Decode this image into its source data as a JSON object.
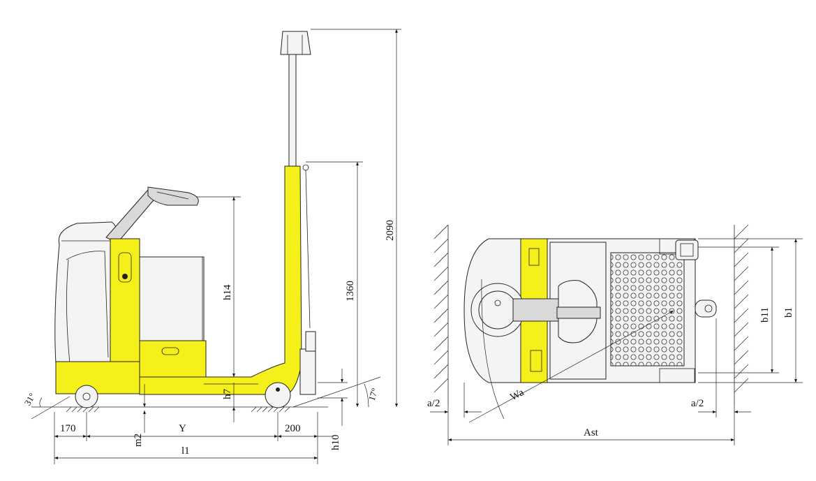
{
  "side_view": {
    "dims": {
      "overall_height": "2090",
      "mast_height": "1360",
      "tiller_height": "h14",
      "floor_height": "h7",
      "ground_clearance_mast": "m2",
      "ground_clearance_front": "h10",
      "rear_overhang": "170",
      "wheelbase": "Y",
      "front_overhang": "200",
      "overall_length": "l1",
      "rear_angle": "31°",
      "front_angle": "17°"
    }
  },
  "top_view": {
    "dims": {
      "half_clearance_left": "a/2",
      "half_clearance_right": "a/2",
      "turning_radius": "Wa",
      "aisle_width": "Ast",
      "inner_width": "b11",
      "overall_width": "b1"
    }
  },
  "colors": {
    "body_yellow": "#f5f01a",
    "line": "#222222"
  }
}
